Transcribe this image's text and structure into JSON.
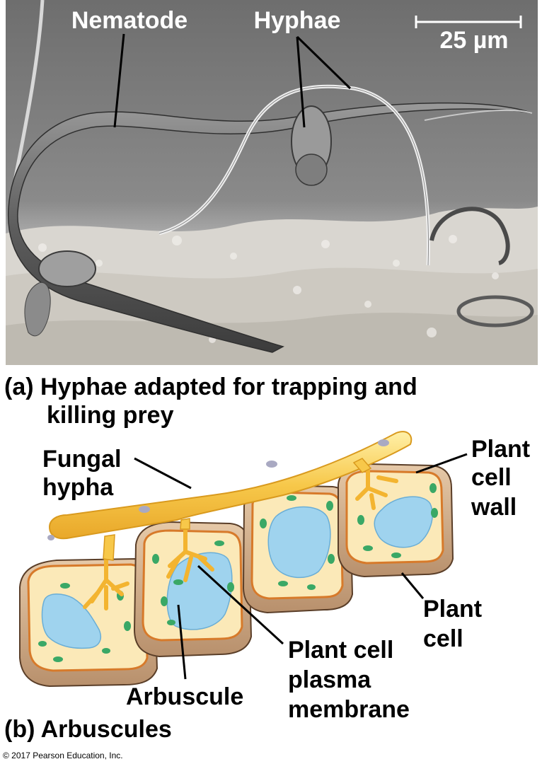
{
  "panel_a": {
    "labels": {
      "nematode": "Nematode",
      "hyphae": "Hyphae",
      "scale_bar": "25 µm"
    },
    "caption_line1": "(a) Hyphae adapted for trapping and",
    "caption_line2": "killing prey"
  },
  "panel_b": {
    "labels": {
      "fungal_hypha_1": "Fungal",
      "fungal_hypha_2": "hypha",
      "plant_cell_wall_1": "Plant",
      "plant_cell_wall_2": "cell",
      "plant_cell_wall_3": "wall",
      "plant_cell_1": "Plant",
      "plant_cell_2": "cell",
      "plasma_membrane_1": "Plant cell",
      "plasma_membrane_2": "plasma",
      "plasma_membrane_3": "membrane",
      "arbuscule": "Arbuscule"
    },
    "caption": "(b) Arbuscules"
  },
  "copyright": "© 2017 Pearson Education, Inc.",
  "colors": {
    "hypha_yellow": "#f7c84a",
    "cell_wall_tan": "#d9b99a",
    "cytoplasm_cream": "#fbe9b8",
    "vacuole_blue": "#9fd3ee",
    "chloroplast_green": "#3aa866",
    "micrograph_gray": "#7a7a7a"
  }
}
